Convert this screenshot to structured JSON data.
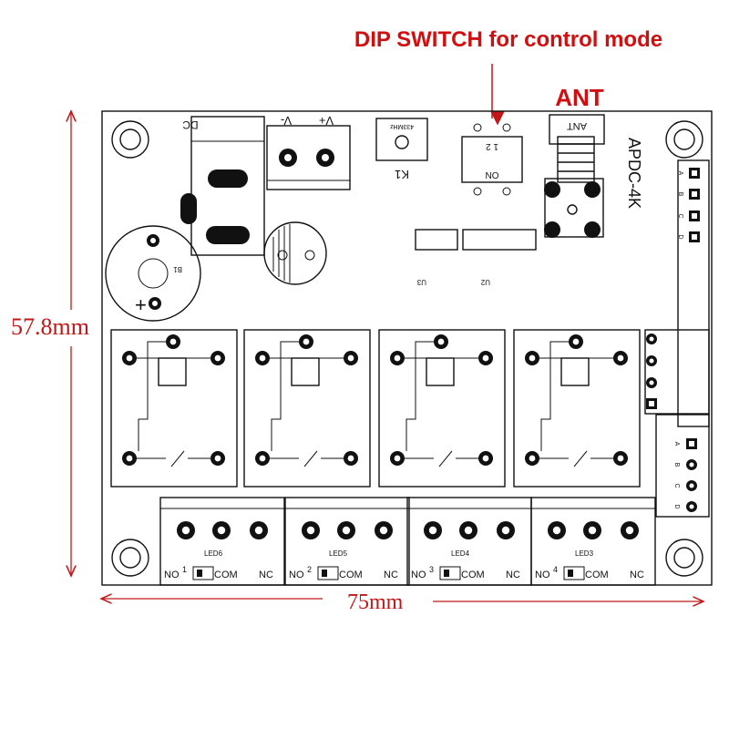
{
  "annotations": {
    "dip_switch": "DIP SWITCH for control mode",
    "ant": "ANT"
  },
  "dimensions": {
    "height": "57.8mm",
    "width": "75mm"
  },
  "board": {
    "model": "APDC-4K",
    "dc_label": "DC",
    "vminus": "V-",
    "vplus": "V+",
    "k1": "K1",
    "k1_small": "433MHz",
    "ant_label": "ANT",
    "dip_on": "ON",
    "dip_numbers": "1 2",
    "u3": "U3",
    "u2": "U2",
    "speaker": "B1",
    "plus": "+",
    "side_pins": [
      "A",
      "B",
      "C",
      "D"
    ],
    "io_pins": [
      "A",
      "B",
      "C",
      "D"
    ]
  },
  "channels": [
    {
      "led": "LED6",
      "no": "NO",
      "num": "1",
      "com": "COM",
      "nc": "NC"
    },
    {
      "led": "LED5",
      "no": "NO",
      "num": "2",
      "com": "COM",
      "nc": "NC"
    },
    {
      "led": "LED4",
      "no": "NO",
      "num": "3",
      "com": "COM",
      "nc": "NC"
    },
    {
      "led": "LED3",
      "no": "NO",
      "num": "4",
      "com": "COM",
      "nc": "NC"
    }
  ],
  "colors": {
    "annotation": "#d01010",
    "dimension": "#c01818",
    "silkscreen": "#111111"
  }
}
